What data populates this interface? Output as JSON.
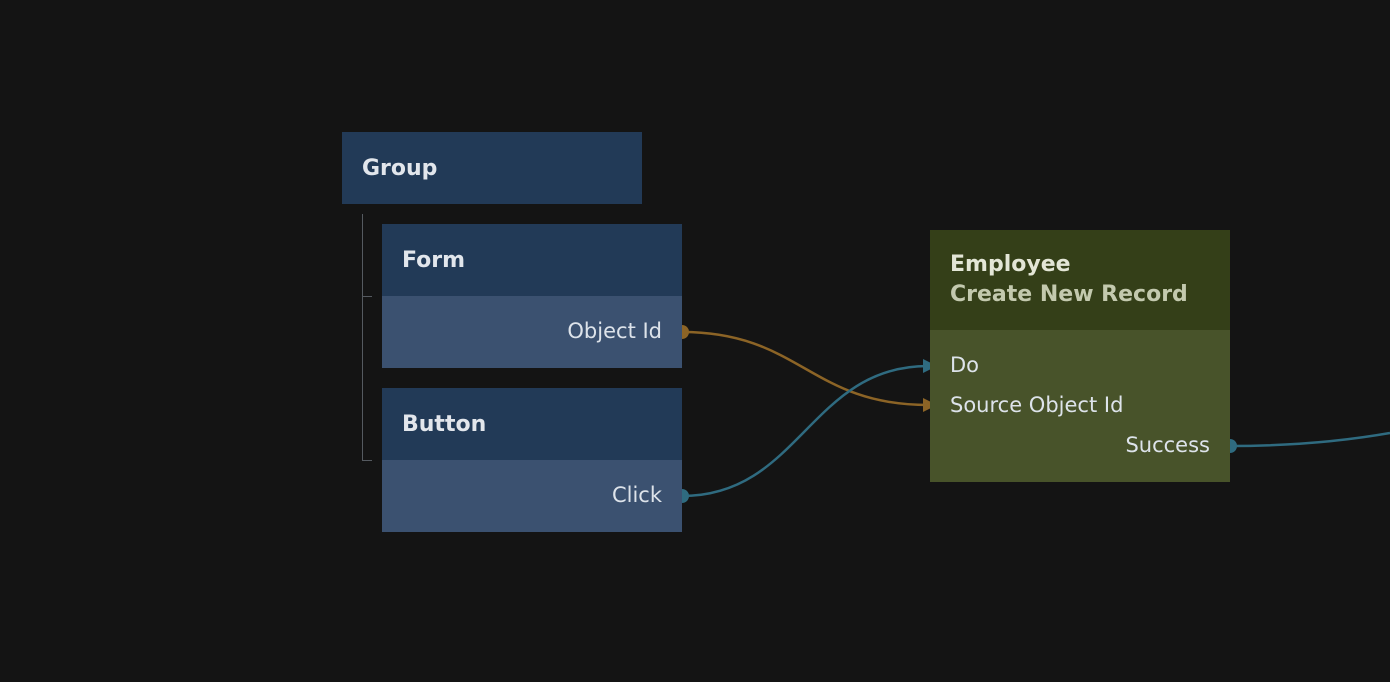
{
  "colors": {
    "background": "#141414",
    "blue_header": "#223a57",
    "blue_body": "#3b5170",
    "green_header": "#343f18",
    "green_body": "#48532a",
    "wire_orange": "#8c6426",
    "wire_teal": "#2f6b80"
  },
  "nodes": {
    "group": {
      "title": "Group"
    },
    "form": {
      "title": "Form",
      "output": "Object Id"
    },
    "button": {
      "title": "Button",
      "output": "Click"
    },
    "employee": {
      "title": "Employee",
      "subtitle": "Create New Record",
      "inputs": [
        "Do",
        "Source Object Id"
      ],
      "output": "Success"
    }
  }
}
